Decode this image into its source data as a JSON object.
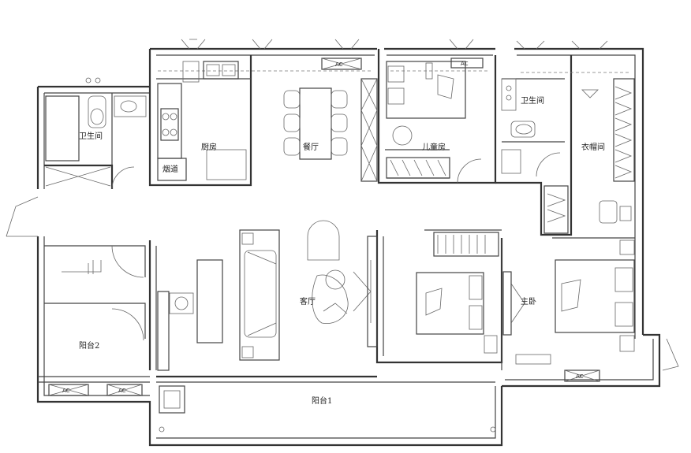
{
  "rooms": {
    "bathroom_1": "卫生间",
    "kitchen": "厨房",
    "flue": "烟道",
    "dining": "餐厅",
    "kids_room": "儿童房",
    "bathroom_2": "卫生间",
    "cloakroom": "衣帽间",
    "living": "客厅",
    "master": "主卧",
    "balcony_1": "阳台1",
    "balcony_2": "阳台2"
  },
  "ac_label": "AC"
}
